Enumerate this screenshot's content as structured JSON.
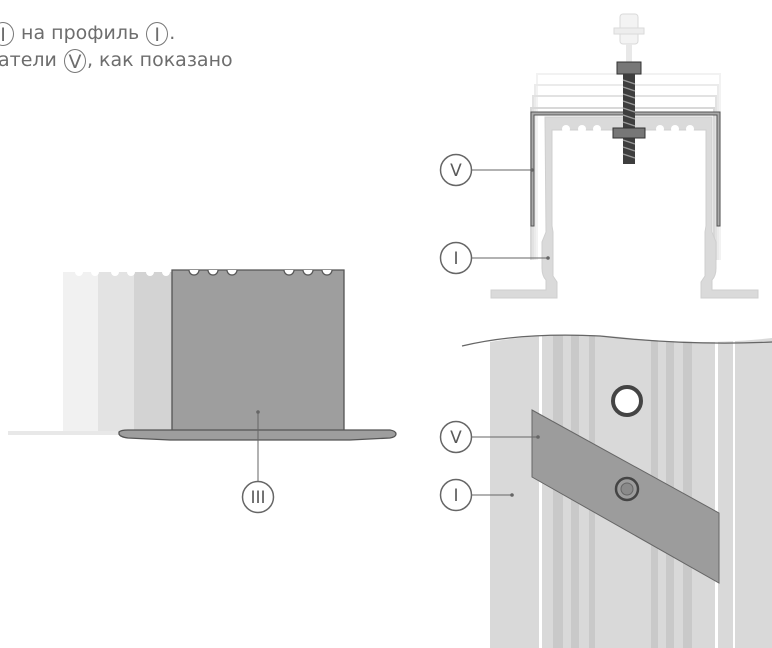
{
  "instructions": {
    "line1": {
      "prefix_marker": "I",
      "text": " на профиль ",
      "marker": "I",
      "suffix": "."
    },
    "line2": {
      "prefix": "атели ",
      "marker": "V",
      "suffix": ", как показано"
    }
  },
  "callouts": {
    "cross_section_clip": "V",
    "cross_section_profile": "I",
    "side_view_endcap": "III",
    "top_view_clip": "V",
    "top_view_profile": "I"
  },
  "colors": {
    "metal_dark": "#9c9c9c",
    "metal_light": "#d7d7d7",
    "profile_fill": "#dcdcdc",
    "outline": "#555555",
    "text": "#6d6d6d"
  }
}
